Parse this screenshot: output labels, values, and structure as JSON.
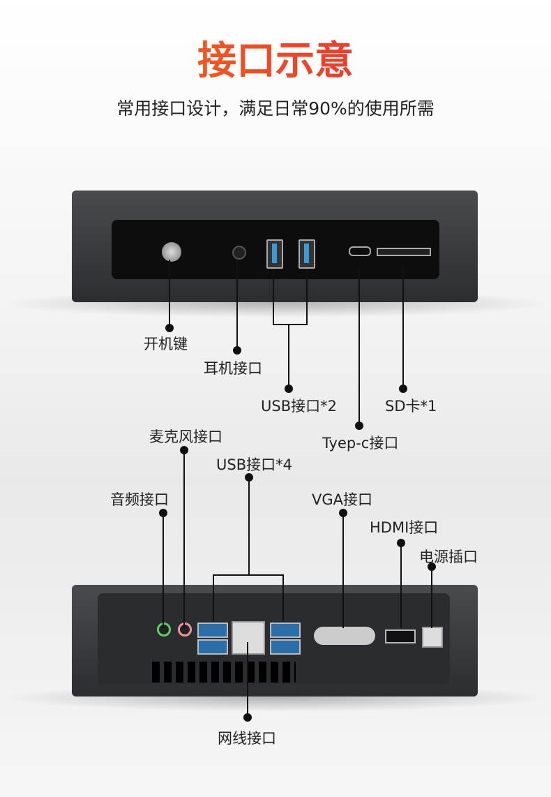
{
  "title": "接口示意",
  "subtitle": "常用接口设计，满足日常90%的使用所需",
  "front_labels": {
    "power": "开机键",
    "headphone": "耳机接口",
    "usb2": "USB接口*2",
    "sd": "SD卡*1",
    "typec": "Tyep-c接口"
  },
  "rear_labels": {
    "mic": "麦克风接口",
    "usb4": "USB接口*4",
    "audio": "音频接口",
    "vga": "VGA接口",
    "hdmi": "HDMI接口",
    "power": "电源插口",
    "lan": "网线接口"
  },
  "colors": {
    "title_start": "#f87a10",
    "title_end": "#e8183a",
    "usb_blue": "#3a9bd8"
  }
}
